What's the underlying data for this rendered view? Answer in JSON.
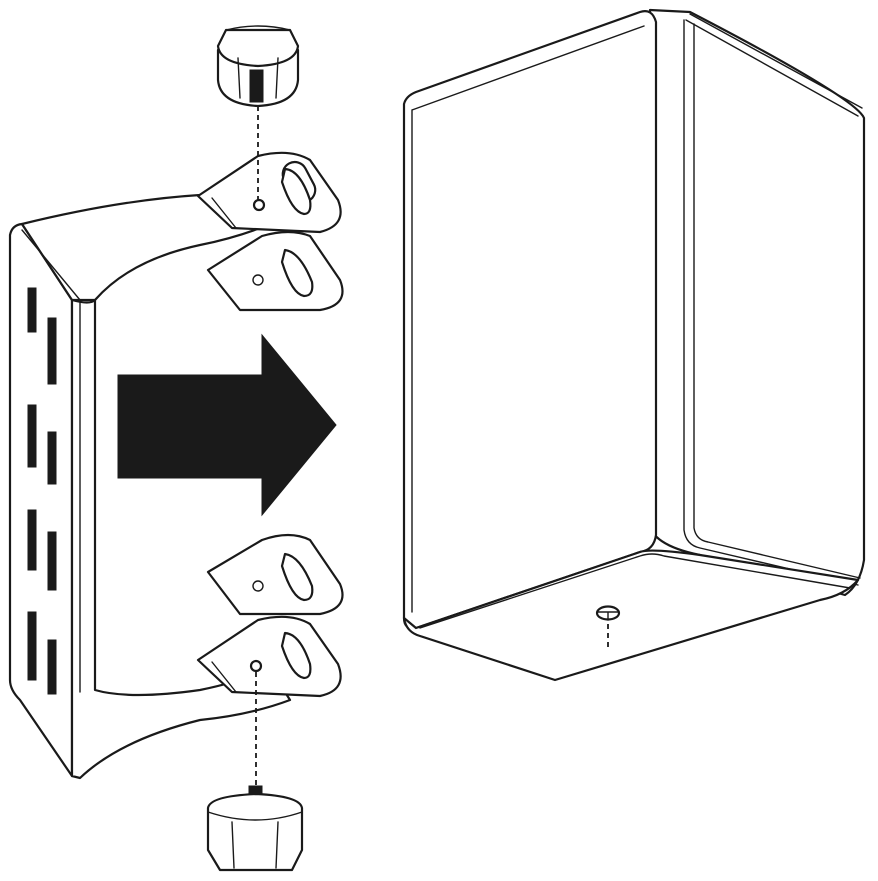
{
  "figure": {
    "kind": "assembly-illustration",
    "line_color": "#1a1a1a",
    "background_color": "#ffffff",
    "parts": [
      "mounting-bracket",
      "speaker-cabinet",
      "mounting-knob-top",
      "mounting-knob-bottom",
      "direction-arrow"
    ],
    "arrow_direction": "right"
  }
}
